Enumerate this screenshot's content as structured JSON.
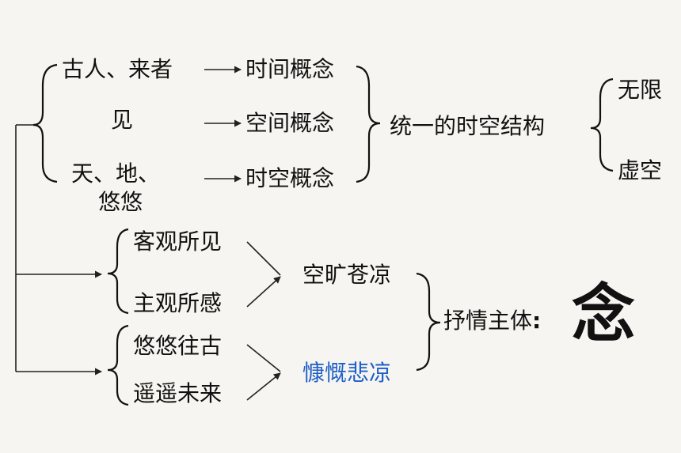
{
  "top": {
    "row1": {
      "left": "古人、来者",
      "right": "时间概念"
    },
    "row2": {
      "left": "见",
      "right": "空间概念"
    },
    "row3": {
      "left_line1": "天、地、",
      "left_line2": "悠悠",
      "right": "时空概念"
    },
    "summary": "统一的时空结构",
    "branch_a": "无限",
    "branch_b": "虚空"
  },
  "middle": {
    "item1": "客观所见",
    "item2": "主观所感",
    "result": "空旷苍凉"
  },
  "bottom": {
    "item1": "悠悠往古",
    "item2": "遥遥未来",
    "result": "慷慨悲凉"
  },
  "conclusion": {
    "label": "抒情主体",
    "colon": ":",
    "keyword": "念"
  },
  "colors": {
    "text": "#111111",
    "highlight": "#1f5fc8",
    "background": "#f6f5f1"
  }
}
